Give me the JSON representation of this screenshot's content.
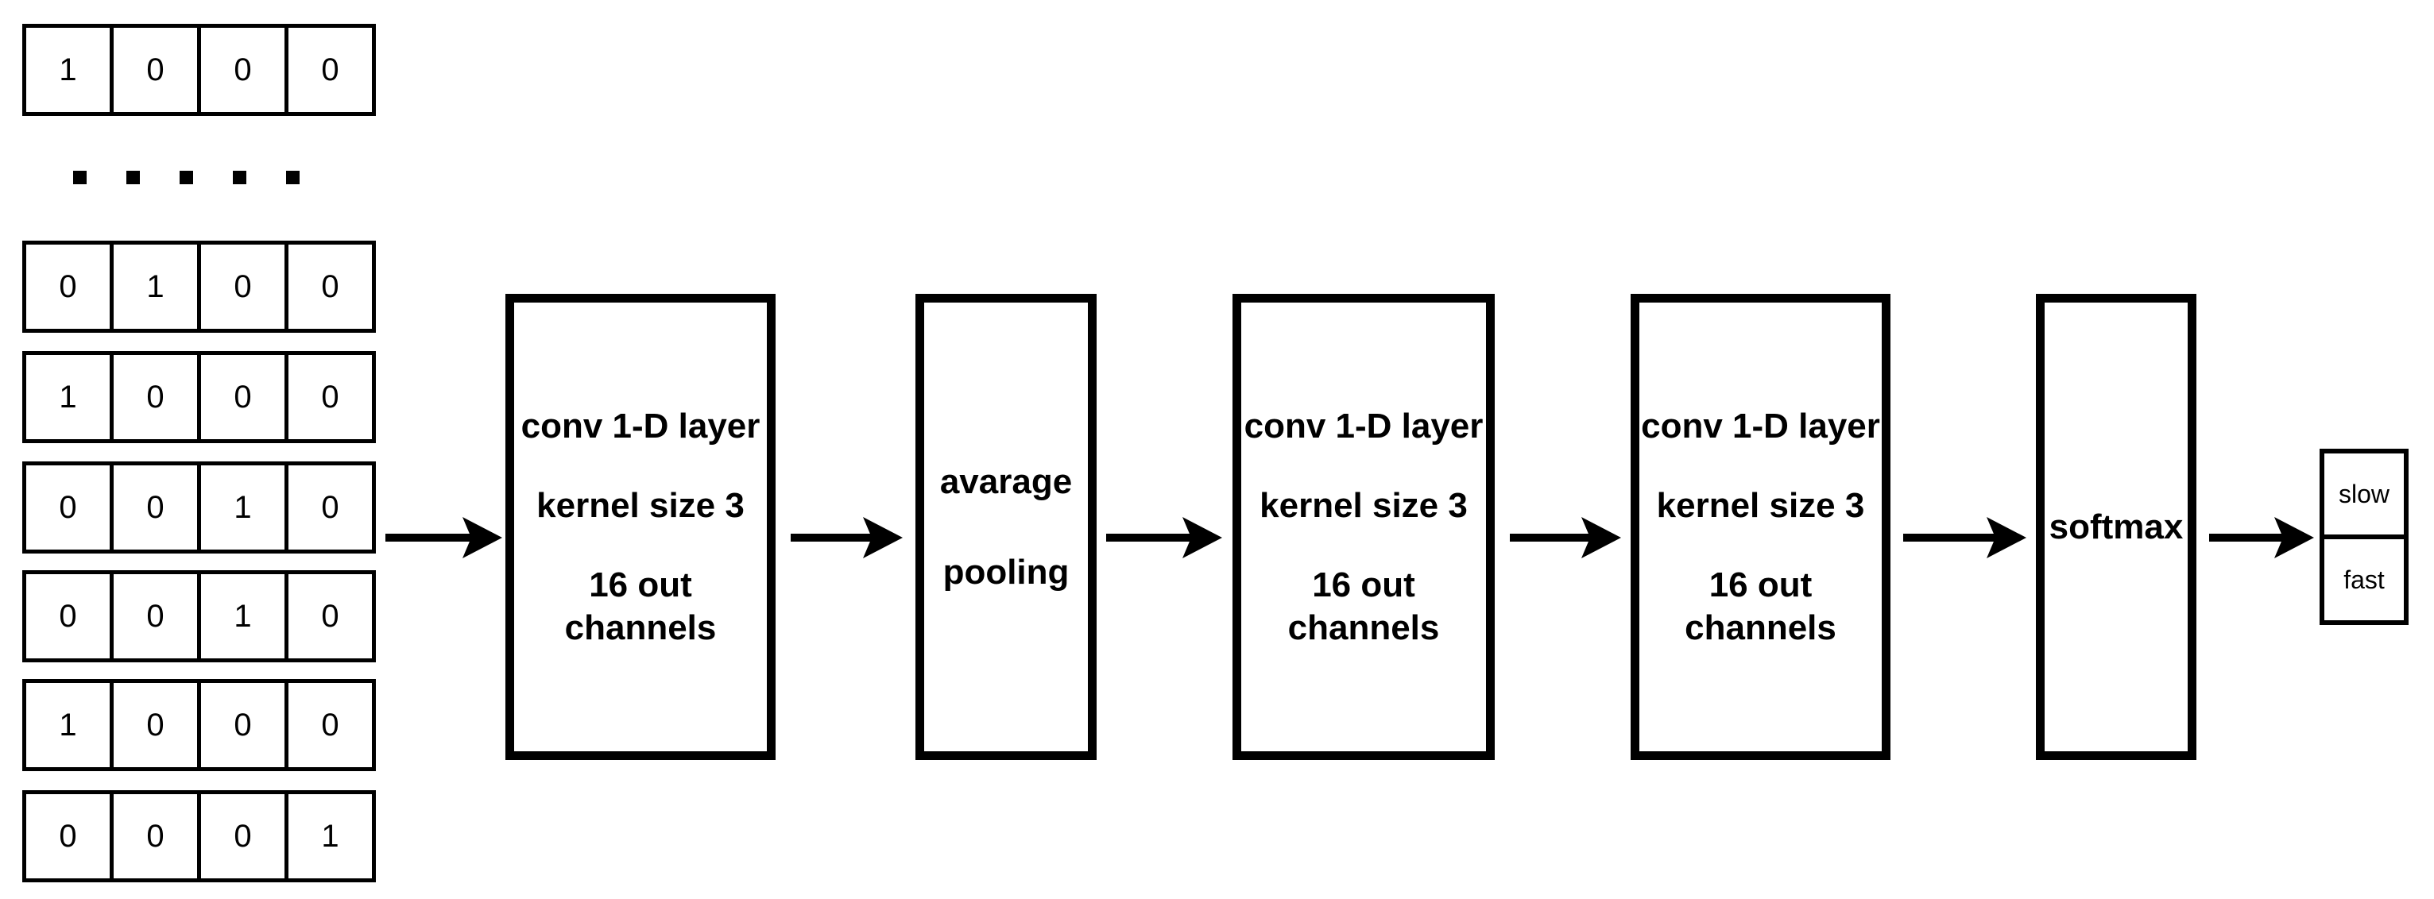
{
  "matrix": {
    "rows": [
      {
        "cells": [
          "1",
          "0",
          "0",
          "0"
        ]
      },
      {
        "cells": [
          "0",
          "1",
          "0",
          "0"
        ]
      },
      {
        "cells": [
          "1",
          "0",
          "0",
          "0"
        ]
      },
      {
        "cells": [
          "0",
          "0",
          "1",
          "0"
        ]
      },
      {
        "cells": [
          "0",
          "0",
          "1",
          "0"
        ]
      },
      {
        "cells": [
          "1",
          "0",
          "0",
          "0"
        ]
      },
      {
        "cells": [
          "0",
          "0",
          "0",
          "1"
        ]
      }
    ],
    "ellipsis_dot_count": 5
  },
  "layers": [
    {
      "lines": [
        "conv 1-D layer",
        "kernel size 3",
        "16 out channels"
      ]
    },
    {
      "lines": [
        "avarage",
        "pooling"
      ]
    },
    {
      "lines": [
        "conv 1-D layer",
        "kernel size 3",
        "16 out channels"
      ]
    },
    {
      "lines": [
        "conv 1-D layer",
        "kernel size 3",
        "16 out channels"
      ]
    },
    {
      "lines": [
        "softmax"
      ]
    }
  ],
  "output": {
    "classes": [
      "slow",
      "fast"
    ]
  },
  "colors": {
    "ink": "#000000",
    "background": "#ffffff"
  }
}
